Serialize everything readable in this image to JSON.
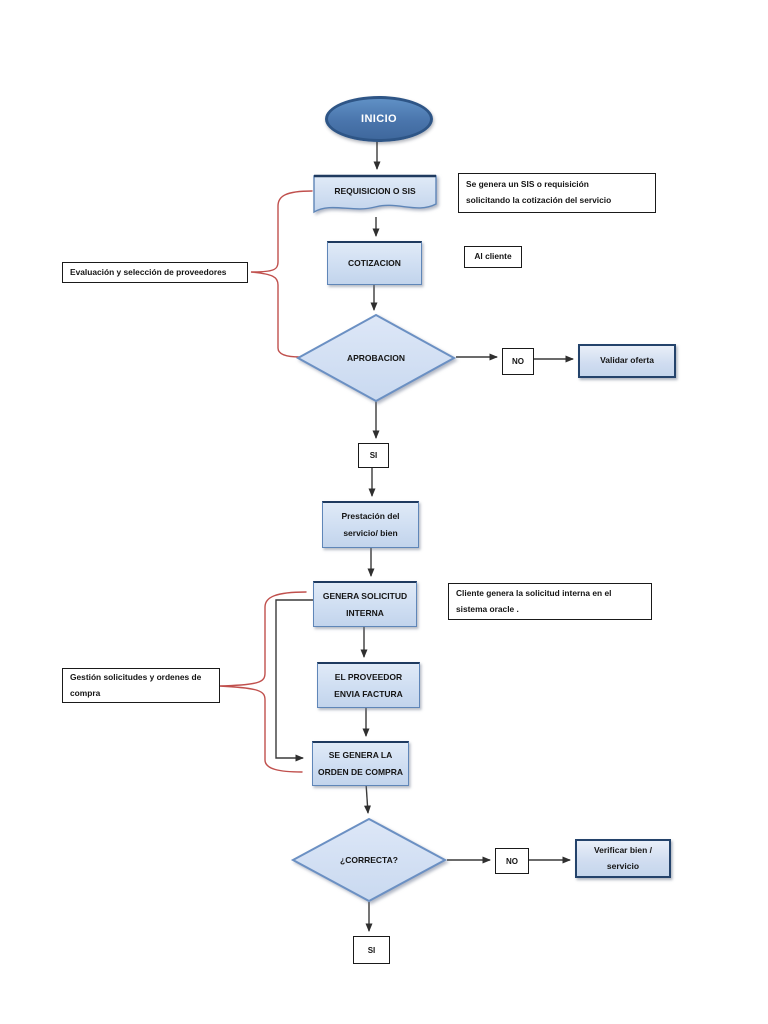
{
  "flowchart": {
    "nodes": {
      "start": {
        "label": "INICIO"
      },
      "requisition": {
        "label": "REQUISICION O SIS"
      },
      "quotation": {
        "label": "COTIZACION"
      },
      "approval": {
        "label": "APROBACION"
      },
      "no_1": {
        "label": "NO"
      },
      "validate_offer": {
        "label": "Validar oferta"
      },
      "yes_1": {
        "label": "SI"
      },
      "service_delivery": {
        "label": "Prestación del\nservicio/ bien"
      },
      "internal_request": {
        "label": "GENERA SOLICITUD\nINTERNA"
      },
      "supplier_invoice": {
        "label": "EL PROVEEDOR\nENVIA FACTURA"
      },
      "purchase_order": {
        "label": "SE GENERA LA\nORDEN DE COMPRA"
      },
      "correct": {
        "label": "¿CORRECTA?"
      },
      "no_2": {
        "label": "NO"
      },
      "verify_good": {
        "label": "Verificar bien /\nservicio"
      },
      "yes_2": {
        "label": "SI"
      }
    },
    "notes": {
      "sis_generation": {
        "text": "Se genera un SIS o requisición\nsolicitando la cotización del servicio"
      },
      "to_client": {
        "text": "Al cliente"
      },
      "supplier_evaluation": {
        "text": "Evaluación y selección de proveedores"
      },
      "oracle_system": {
        "text": "Cliente genera la solicitud interna en el\nsistema oracle ."
      },
      "order_management": {
        "text": "Gestión solicitudes y ordenes de\ncompra"
      }
    },
    "colors": {
      "background": "#ffffff",
      "start_fill": "#4f81bd",
      "node_fill_top": "#e0eaf7",
      "node_fill_bottom": "#c2d4ec",
      "node_border": "#5f86b8",
      "result_border": "#24436b",
      "note_border": "#1a1a1a",
      "connector": "#3a3a3a",
      "bracket_red": "#c0504d"
    }
  }
}
